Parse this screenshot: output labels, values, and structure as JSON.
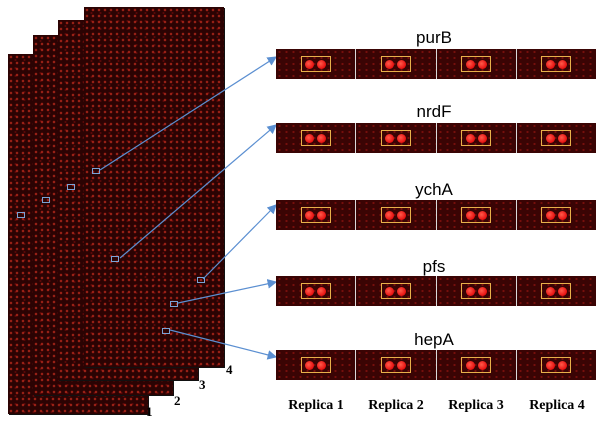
{
  "sheets": [
    {
      "number": "1"
    },
    {
      "number": "2"
    },
    {
      "number": "3"
    },
    {
      "number": "4"
    }
  ],
  "genes": [
    {
      "label": "purB"
    },
    {
      "label": "nrdF"
    },
    {
      "label": "ychA"
    },
    {
      "label": "pfs"
    },
    {
      "label": "hepA"
    }
  ],
  "replicas": [
    "Replica 1",
    "Replica 2",
    "Replica 3",
    "Replica 4"
  ],
  "colors": {
    "arrow": "#5b8fd1",
    "box": "#e8b04a",
    "spot": "#e60f0f",
    "background": "#2b0303"
  }
}
